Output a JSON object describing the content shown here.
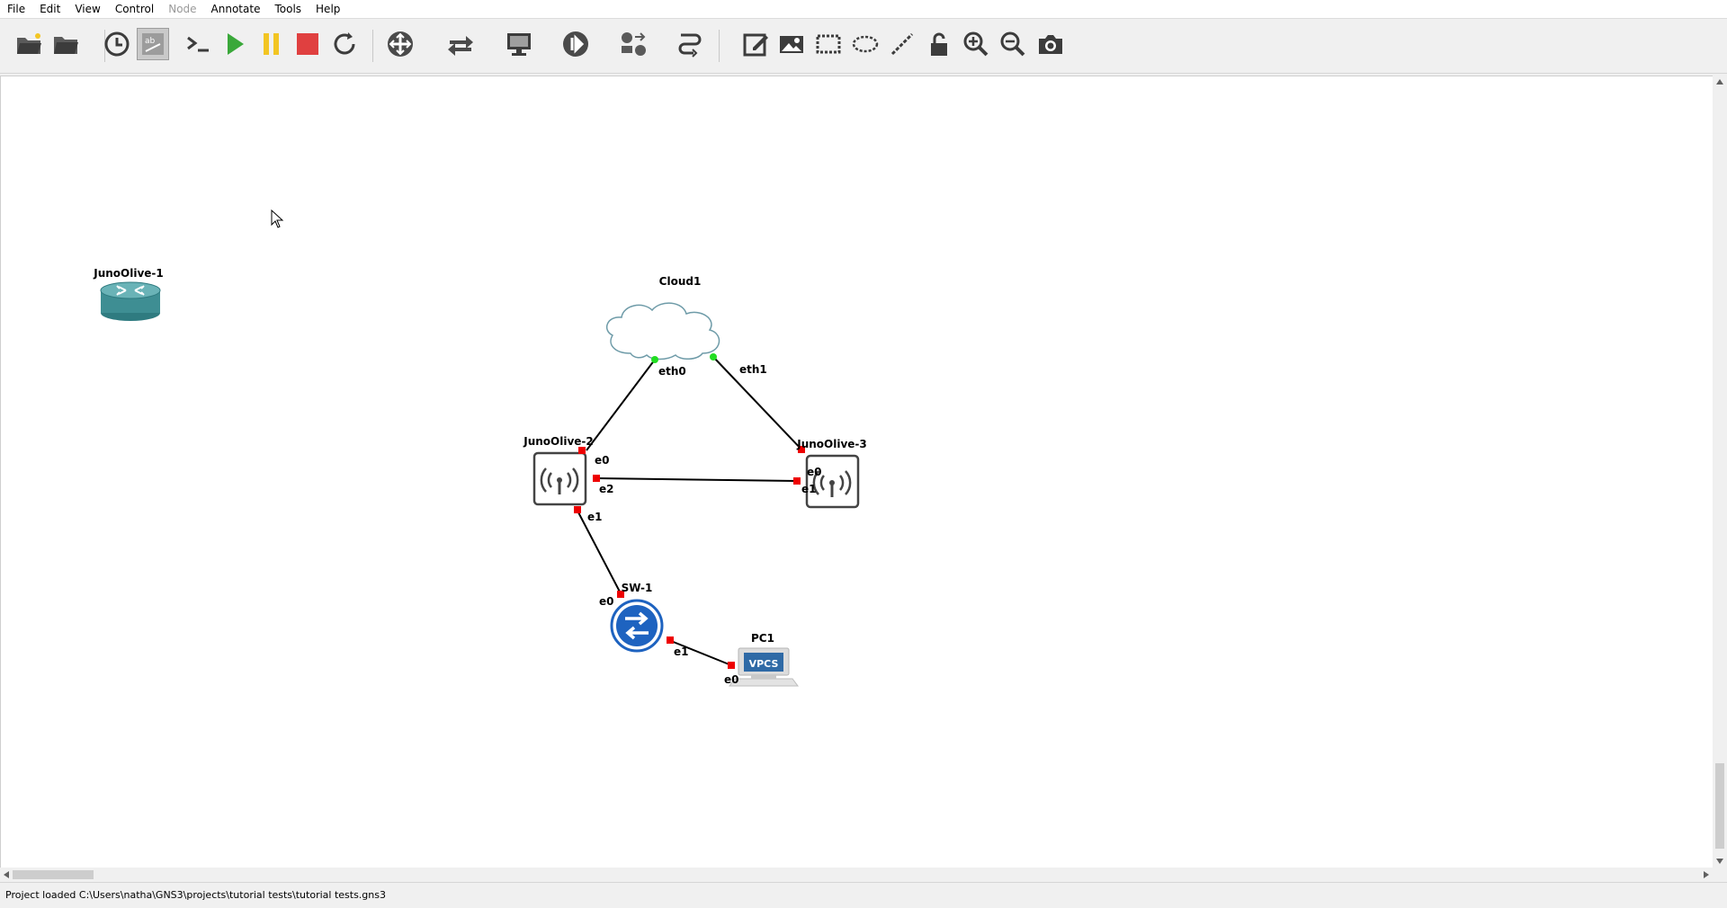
{
  "menu": {
    "file": "File",
    "edit": "Edit",
    "view": "View",
    "control": "Control",
    "node": "Node",
    "annotate": "Annotate",
    "tools": "Tools",
    "help": "Help"
  },
  "toolbar": {
    "icons": [
      "open-project-icon",
      "open-folder-icon",
      "snapshot-clock-icon",
      "show-interface-labels-icon",
      "console-icon",
      "start-icon",
      "suspend-icon",
      "stop-icon",
      "reload-icon",
      "browse-routers-icon",
      "browse-switches-icon",
      "browse-end-devices-icon",
      "browse-security-icon",
      "browse-all-devices-icon",
      "add-link-icon",
      "add-note-icon",
      "insert-picture-icon",
      "draw-rectangle-icon",
      "draw-ellipse-icon",
      "draw-line-icon",
      "lock-icon",
      "zoom-in-icon",
      "zoom-out-icon",
      "screenshot-icon"
    ],
    "colors": {
      "start": "#3aa83a",
      "suspend": "#f2c523",
      "stop": "#e04040"
    }
  },
  "topology": {
    "nodes": {
      "junoolive1": "JunoOlive-1",
      "cloud1": "Cloud1",
      "junoolive2": "JunoOlive-2",
      "junoolive3": "JunoOlive-3",
      "sw1": "SW-1",
      "pc1": "PC1",
      "pc1_screen": "VPCS"
    },
    "ports": {
      "cloud_eth0": "eth0",
      "cloud_eth1": "eth1",
      "j2_e0": "e0",
      "j2_e2": "e2",
      "j2_e1": "e1",
      "j3_e0": "e0",
      "j3_e1": "e1",
      "sw_e0": "e0",
      "sw_e1": "e1",
      "pc_e0": "e0"
    },
    "colors": {
      "port_up": "#22dd22",
      "port_down": "#ee0000",
      "router_teal": "#3e8e93",
      "switch_blue": "#1e63c0"
    }
  },
  "status": {
    "text": "Project loaded C:\\Users\\natha\\GNS3\\projects\\tutorial tests\\tutorial tests.gns3"
  }
}
